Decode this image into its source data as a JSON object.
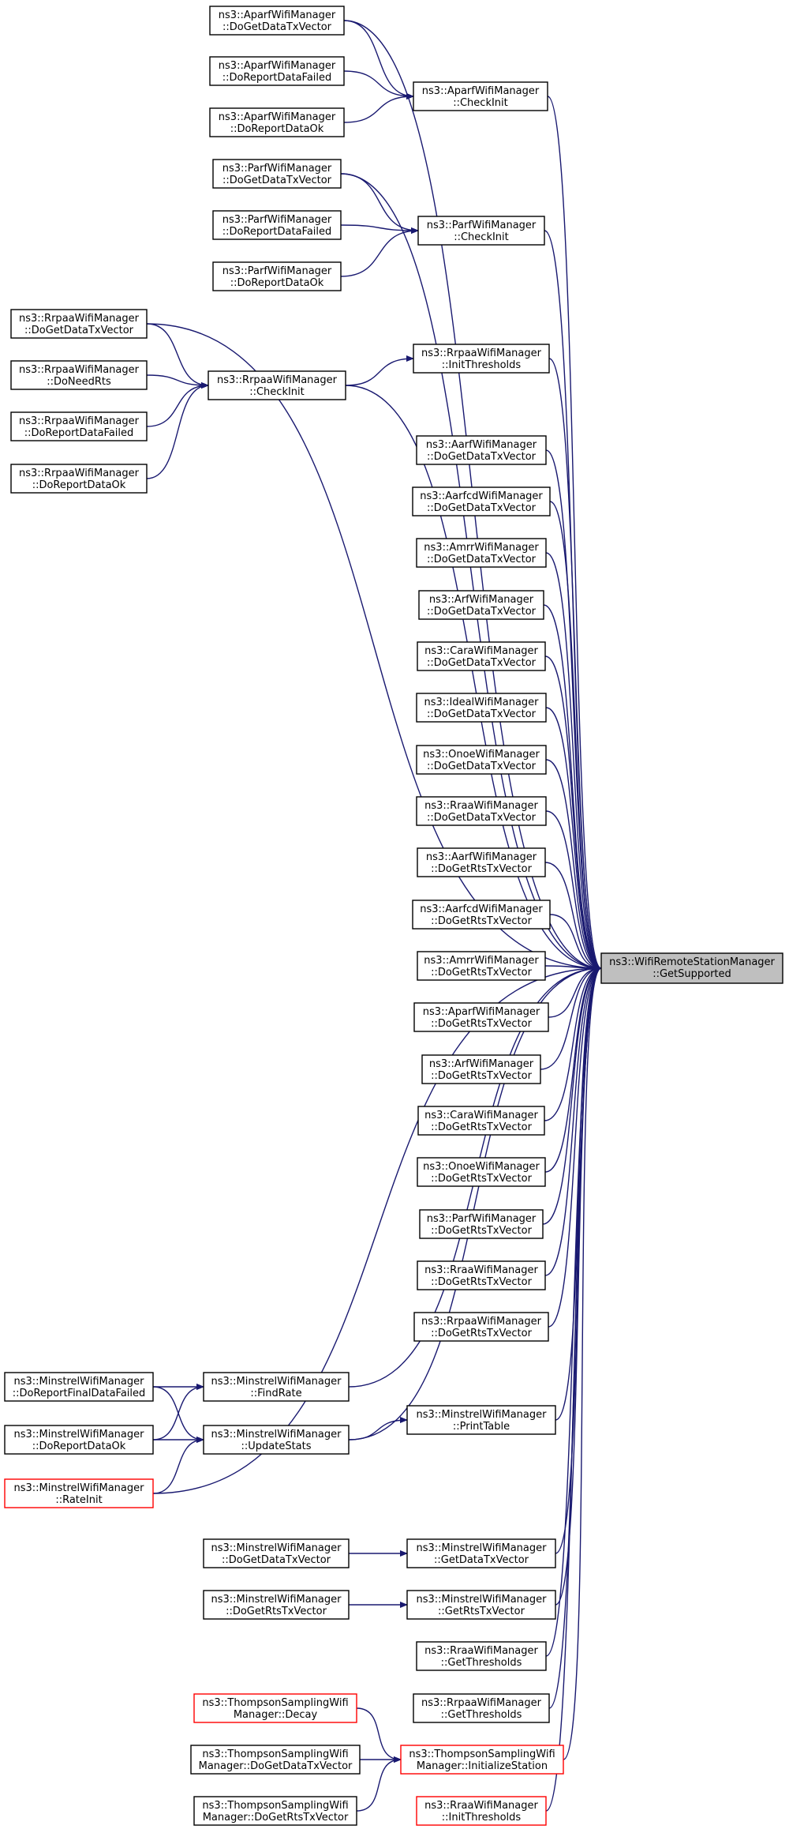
{
  "graph": {
    "edge_color": "#191970",
    "node_border": "#000000",
    "node_border_truncated": "#ff0000",
    "target_fill": "#bfbfbf",
    "target": {
      "id": "grs",
      "lines": [
        "ns3::WifiRemoteStationManager",
        "::GetSupported"
      ]
    },
    "nodes": [
      {
        "id": "aparf_dgdtv",
        "lines": [
          "ns3::AparfWifiManager",
          "::DoGetDataTxVector"
        ]
      },
      {
        "id": "aparf_drdf",
        "lines": [
          "ns3::AparfWifiManager",
          "::DoReportDataFailed"
        ]
      },
      {
        "id": "aparf_drdo",
        "lines": [
          "ns3::AparfWifiManager",
          "::DoReportDataOk"
        ]
      },
      {
        "id": "aparf_ci",
        "lines": [
          "ns3::AparfWifiManager",
          "::CheckInit"
        ]
      },
      {
        "id": "parf_dgdtv",
        "lines": [
          "ns3::ParfWifiManager",
          "::DoGetDataTxVector"
        ]
      },
      {
        "id": "parf_drdf",
        "lines": [
          "ns3::ParfWifiManager",
          "::DoReportDataFailed"
        ]
      },
      {
        "id": "parf_drdo",
        "lines": [
          "ns3::ParfWifiManager",
          "::DoReportDataOk"
        ]
      },
      {
        "id": "parf_ci",
        "lines": [
          "ns3::ParfWifiManager",
          "::CheckInit"
        ]
      },
      {
        "id": "rrpaa_dgdtv",
        "lines": [
          "ns3::RrpaaWifiManager",
          "::DoGetDataTxVector"
        ]
      },
      {
        "id": "rrpaa_dnr",
        "lines": [
          "ns3::RrpaaWifiManager",
          "::DoNeedRts"
        ]
      },
      {
        "id": "rrpaa_drdf",
        "lines": [
          "ns3::RrpaaWifiManager",
          "::DoReportDataFailed"
        ]
      },
      {
        "id": "rrpaa_drdo",
        "lines": [
          "ns3::RrpaaWifiManager",
          "::DoReportDataOk"
        ]
      },
      {
        "id": "rrpaa_ci",
        "lines": [
          "ns3::RrpaaWifiManager",
          "::CheckInit"
        ]
      },
      {
        "id": "rrpaa_it",
        "lines": [
          "ns3::RrpaaWifiManager",
          "::InitThresholds"
        ]
      },
      {
        "id": "aarf_dgdtv",
        "lines": [
          "ns3::AarfWifiManager",
          "::DoGetDataTxVector"
        ]
      },
      {
        "id": "aarfcd_dgdtv",
        "lines": [
          "ns3::AarfcdWifiManager",
          "::DoGetDataTxVector"
        ]
      },
      {
        "id": "amrr_dgdtv",
        "lines": [
          "ns3::AmrrWifiManager",
          "::DoGetDataTxVector"
        ]
      },
      {
        "id": "arf_dgdtv",
        "lines": [
          "ns3::ArfWifiManager",
          "::DoGetDataTxVector"
        ]
      },
      {
        "id": "cara_dgdtv",
        "lines": [
          "ns3::CaraWifiManager",
          "::DoGetDataTxVector"
        ]
      },
      {
        "id": "ideal_dgdtv",
        "lines": [
          "ns3::IdealWifiManager",
          "::DoGetDataTxVector"
        ]
      },
      {
        "id": "onoe_dgdtv",
        "lines": [
          "ns3::OnoeWifiManager",
          "::DoGetDataTxVector"
        ]
      },
      {
        "id": "rraa_dgdtv",
        "lines": [
          "ns3::RraaWifiManager",
          "::DoGetDataTxVector"
        ]
      },
      {
        "id": "aarf_dgrtv",
        "lines": [
          "ns3::AarfWifiManager",
          "::DoGetRtsTxVector"
        ]
      },
      {
        "id": "aarfcd_dgrtv",
        "lines": [
          "ns3::AarfcdWifiManager",
          "::DoGetRtsTxVector"
        ]
      },
      {
        "id": "amrr_dgrtv",
        "lines": [
          "ns3::AmrrWifiManager",
          "::DoGetRtsTxVector"
        ]
      },
      {
        "id": "aparf_dgrtv",
        "lines": [
          "ns3::AparfWifiManager",
          "::DoGetRtsTxVector"
        ]
      },
      {
        "id": "arf_dgrtv",
        "lines": [
          "ns3::ArfWifiManager",
          "::DoGetRtsTxVector"
        ]
      },
      {
        "id": "cara_dgrtv",
        "lines": [
          "ns3::CaraWifiManager",
          "::DoGetRtsTxVector"
        ]
      },
      {
        "id": "onoe_dgrtv",
        "lines": [
          "ns3::OnoeWifiManager",
          "::DoGetRtsTxVector"
        ]
      },
      {
        "id": "parf_dgrtv",
        "lines": [
          "ns3::ParfWifiManager",
          "::DoGetRtsTxVector"
        ]
      },
      {
        "id": "rraa_dgrtv",
        "lines": [
          "ns3::RraaWifiManager",
          "::DoGetRtsTxVector"
        ]
      },
      {
        "id": "rrpaa_dgrtv",
        "lines": [
          "ns3::RrpaaWifiManager",
          "::DoGetRtsTxVector"
        ]
      },
      {
        "id": "min_drfdf",
        "lines": [
          "ns3::MinstrelWifiManager",
          "::DoReportFinalDataFailed"
        ]
      },
      {
        "id": "min_drdo",
        "lines": [
          "ns3::MinstrelWifiManager",
          "::DoReportDataOk"
        ]
      },
      {
        "id": "min_ri",
        "lines": [
          "ns3::MinstrelWifiManager",
          "::RateInit"
        ],
        "truncated": true
      },
      {
        "id": "min_fr",
        "lines": [
          "ns3::MinstrelWifiManager",
          "::FindRate"
        ]
      },
      {
        "id": "min_us",
        "lines": [
          "ns3::MinstrelWifiManager",
          "::UpdateStats"
        ]
      },
      {
        "id": "min_pt",
        "lines": [
          "ns3::MinstrelWifiManager",
          "::PrintTable"
        ]
      },
      {
        "id": "min_dgdtv",
        "lines": [
          "ns3::MinstrelWifiManager",
          "::DoGetDataTxVector"
        ]
      },
      {
        "id": "min_gdtv",
        "lines": [
          "ns3::MinstrelWifiManager",
          "::GetDataTxVector"
        ]
      },
      {
        "id": "min_dgrtv",
        "lines": [
          "ns3::MinstrelWifiManager",
          "::DoGetRtsTxVector"
        ]
      },
      {
        "id": "min_grtv",
        "lines": [
          "ns3::MinstrelWifiManager",
          "::GetRtsTxVector"
        ]
      },
      {
        "id": "rraa_gt",
        "lines": [
          "ns3::RraaWifiManager",
          "::GetThresholds"
        ]
      },
      {
        "id": "rrpaa_gt",
        "lines": [
          "ns3::RrpaaWifiManager",
          "::GetThresholds"
        ]
      },
      {
        "id": "ts_decay",
        "lines": [
          "ns3::ThompsonSamplingWifi",
          "Manager::Decay"
        ],
        "truncated": true
      },
      {
        "id": "ts_dgdtv",
        "lines": [
          "ns3::ThompsonSamplingWifi",
          "Manager::DoGetDataTxVector"
        ]
      },
      {
        "id": "ts_dgrtv",
        "lines": [
          "ns3::ThompsonSamplingWifi",
          "Manager::DoGetRtsTxVector"
        ]
      },
      {
        "id": "ts_is",
        "lines": [
          "ns3::ThompsonSamplingWifi",
          "Manager::InitializeStation"
        ],
        "truncated": true
      },
      {
        "id": "rraa_it",
        "lines": [
          "ns3::RraaWifiManager",
          "::InitThresholds"
        ],
        "truncated": true
      }
    ]
  }
}
